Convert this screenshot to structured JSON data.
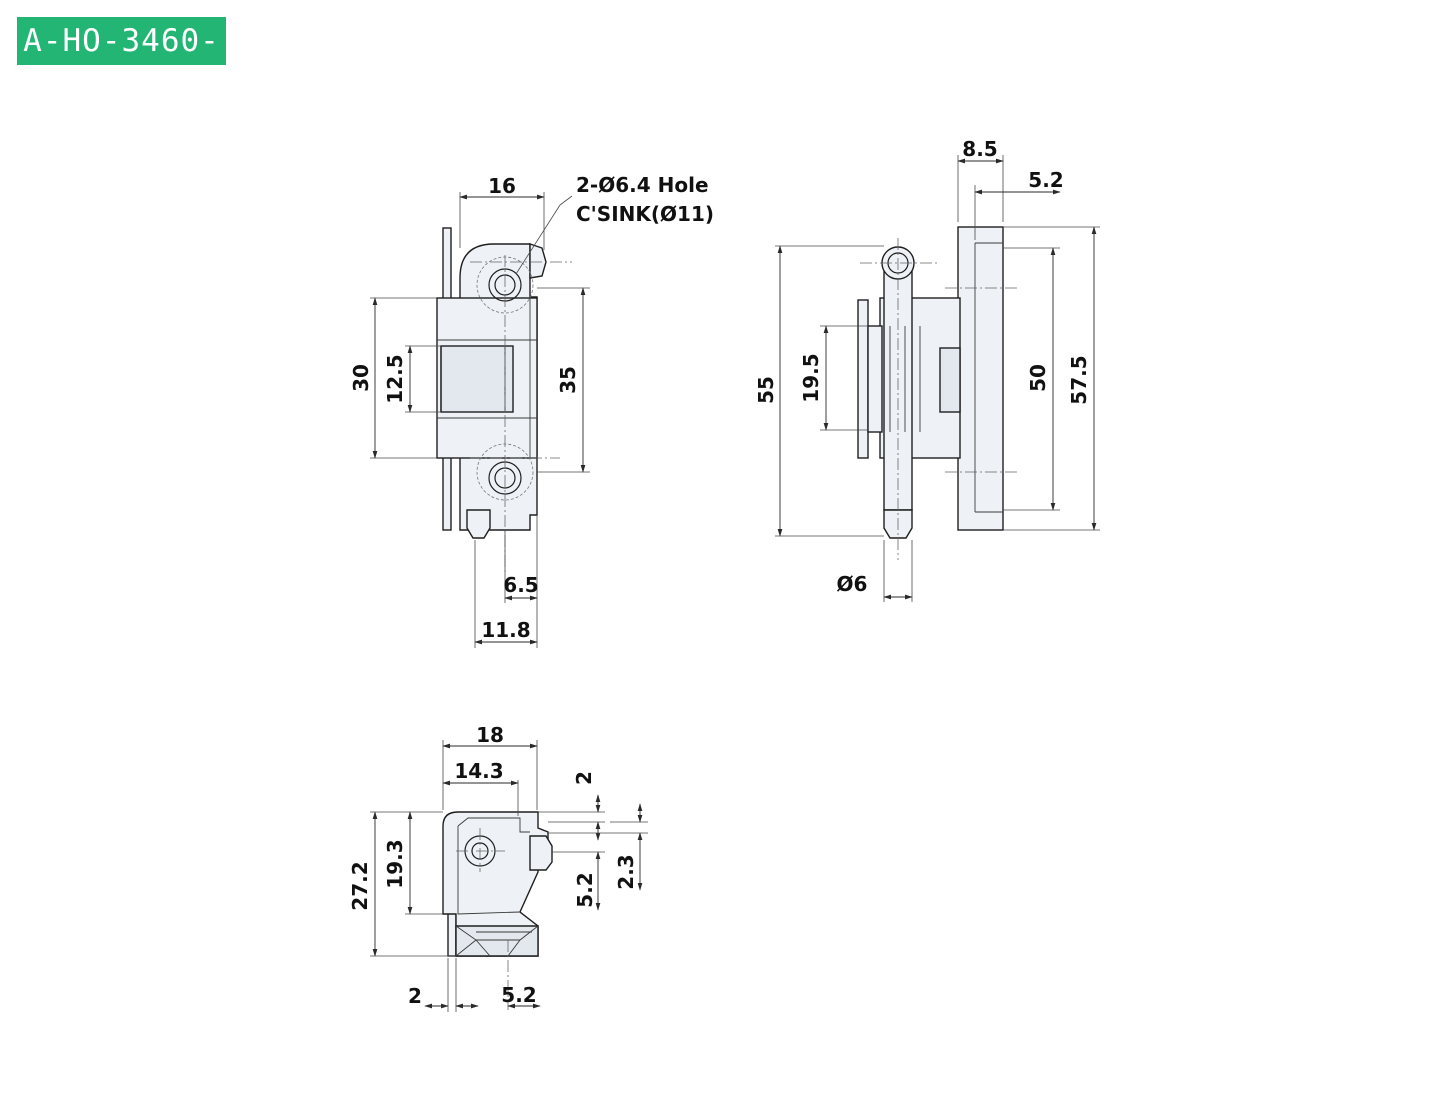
{
  "title": "A-HO-3460-2",
  "colors": {
    "tag_bg": "#22b573",
    "line": "#1f1f1f",
    "part_fill": "#eef2f6"
  },
  "front_view": {
    "dims": {
      "width_top": "16",
      "height_outer": "30",
      "height_slot": "12.5",
      "hole_pitch": "35",
      "pin_offset": "6.5",
      "body_depth": "11.8"
    },
    "note_line1": "2-Ø6.4 Hole",
    "note_line2": "C'SINK(Ø11)"
  },
  "side_view": {
    "dims": {
      "plate_thick": "8.5",
      "plate_face": "5.2",
      "pin_length": "55",
      "block_height": "19.5",
      "hole_span": "50",
      "plate_height": "57.5",
      "pin_dia": "Ø6"
    }
  },
  "top_view": {
    "dims": {
      "total_width": "18",
      "inner_width": "14.3",
      "step_top": "2",
      "total_height": "27.2",
      "hole_height": "19.3",
      "slot_height": "5.2",
      "gap": "2.3",
      "base_thick": "2",
      "base_offset": "5.2"
    }
  }
}
